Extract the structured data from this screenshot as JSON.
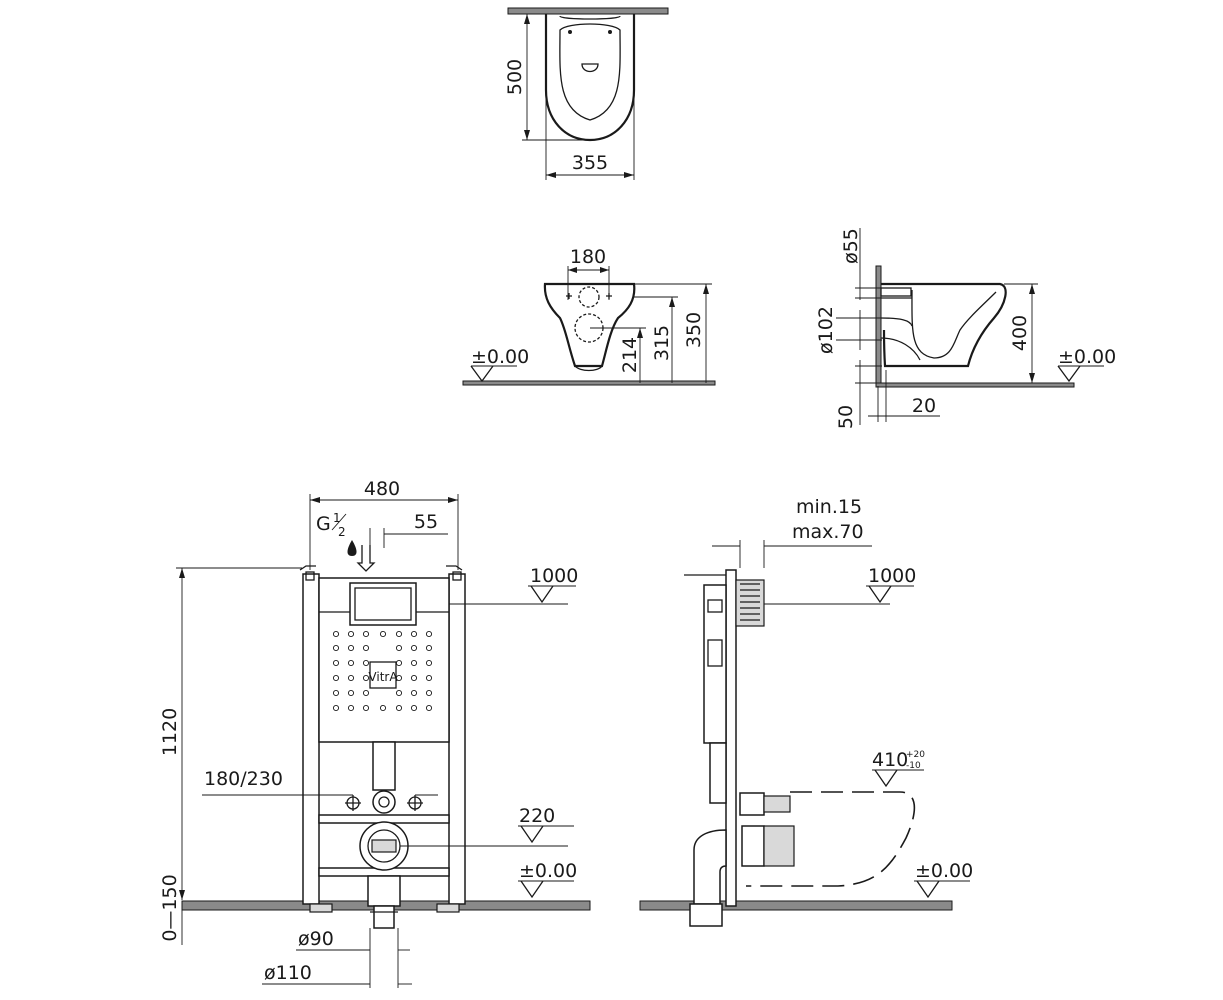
{
  "top_view": {
    "depth": "500",
    "width": "355"
  },
  "front_view": {
    "hole_spacing": "180",
    "height_214": "214",
    "height_315": "315",
    "height_350": "350",
    "level": "±0.00"
  },
  "side_view": {
    "dia_55": "ø55",
    "dia_102": "ø102",
    "height_400": "400",
    "dim_50": "50",
    "dim_20": "20",
    "level": "±0.00"
  },
  "frame_front": {
    "width": "480",
    "thread_g": "G",
    "thread_num": "1",
    "thread_den": "2",
    "offset_55": "55",
    "height_1120": "1120",
    "level_1000": "1000",
    "bolt_spacing": "180/230",
    "level_220": "220",
    "level_000": "±0.00",
    "floor_adjust": "0—150",
    "dia_90": "ø90",
    "dia_110": "ø110",
    "logo": "VitrA"
  },
  "frame_side": {
    "wall_min": "min.15",
    "wall_max": "max.70",
    "level_1000": "1000",
    "level_410": "410",
    "tol_plus": "+20",
    "tol_minus": "-10",
    "level_000": "±0.00"
  }
}
